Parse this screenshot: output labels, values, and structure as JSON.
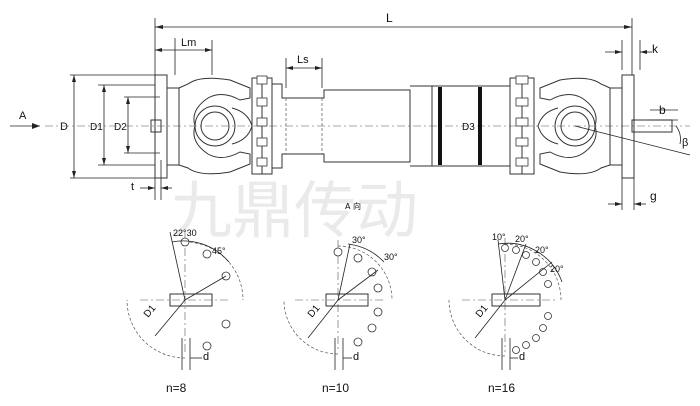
{
  "main_view": {
    "length_label": "L",
    "flange_length_label": "Lm",
    "stroke_label": "Ls",
    "flange_thickness_label": "k",
    "direction_arrow_label": "A",
    "flange_diameter_label": "D",
    "bolt_circle_label": "D1",
    "spigot_label": "D2",
    "tube_diameter_label": "D3",
    "spigot_depth_label": "t",
    "keyway_label": "b",
    "angle_label": "β",
    "keyway_depth_label": "g",
    "view_label": "A 向"
  },
  "watermark": "九鼎传动",
  "bolt_patterns": [
    {
      "caption": "n=8",
      "angles": [
        "22°30",
        "45°"
      ],
      "circle_label": "D1",
      "hole_label": "d"
    },
    {
      "caption": "n=10",
      "angles": [
        "30°",
        "30°"
      ],
      "circle_label": "D1",
      "hole_label": "d"
    },
    {
      "caption": "n=16",
      "angles": [
        "10°",
        "20°",
        "20°",
        "20°"
      ],
      "circle_label": "D1",
      "hole_label": "d"
    }
  ]
}
